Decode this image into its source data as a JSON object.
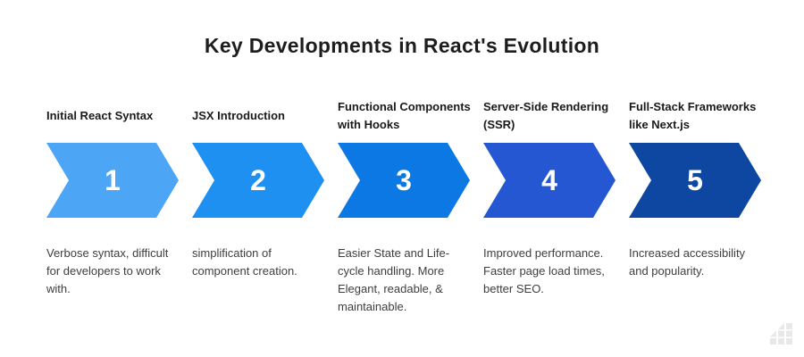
{
  "page": {
    "title": "Key Developments in React's Evolution"
  },
  "steps": [
    {
      "number": "1",
      "title": "Initial React Syntax",
      "description": "Verbose syntax, difficult for developers to work with.",
      "color": "#4DA5F5"
    },
    {
      "number": "2",
      "title": "JSX Introduction",
      "description": "simplification of component creation.",
      "color": "#1E90F2"
    },
    {
      "number": "3",
      "title": "Functional Components with Hooks",
      "description": "Easier State and Life-cycle handling. More Elegant, readable, & maintainable.",
      "color": "#0B78E3"
    },
    {
      "number": "4",
      "title": "Server-Side Rendering (SSR)",
      "description": "Improved performance. Faster page load times, better SEO.",
      "color": "#2557D2"
    },
    {
      "number": "5",
      "title": "Full-Stack Frameworks like Next.js",
      "description": "Increased accessibility and popularity.",
      "color": "#0D47A1"
    }
  ],
  "watermark": {
    "icon": "stairs-chart-icon",
    "color": "#E8E8E8"
  }
}
